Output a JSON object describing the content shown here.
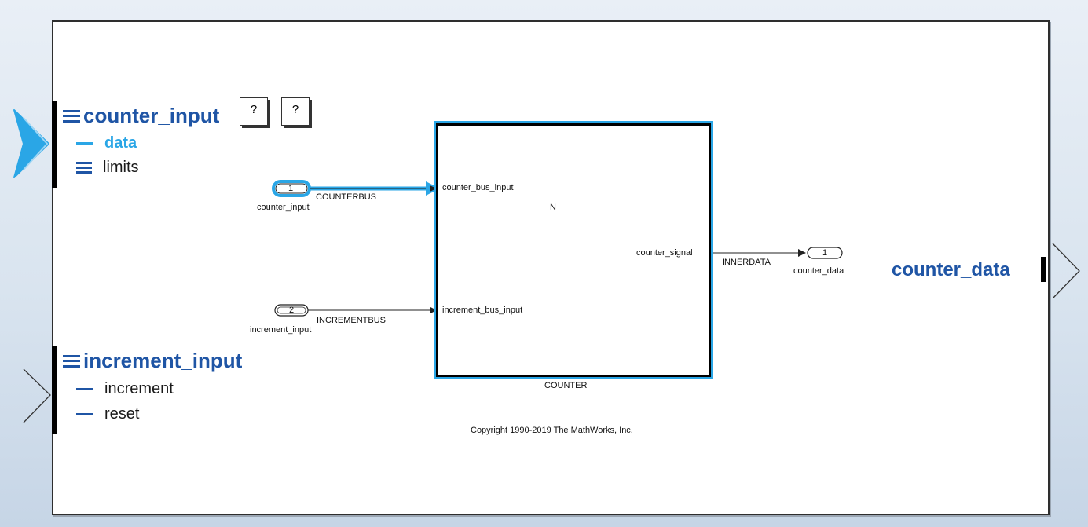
{
  "inputs": {
    "counter_input": {
      "title": "counter_input",
      "elements": [
        {
          "label": "data",
          "icon": "dash",
          "selected": true
        },
        {
          "label": "limits",
          "icon": "bus"
        }
      ],
      "help_buttons": [
        "?",
        "?"
      ]
    },
    "increment_input": {
      "title": "increment_input",
      "elements": [
        {
          "label": "increment",
          "icon": "dash"
        },
        {
          "label": "reset",
          "icon": "dash"
        }
      ]
    }
  },
  "output": {
    "title": "counter_data"
  },
  "inports": [
    {
      "number": "1",
      "name": "counter_input",
      "signal": "COUNTERBUS"
    },
    {
      "number": "2",
      "name": "increment_input",
      "signal": "INCREMENTBUS"
    }
  ],
  "outport": {
    "number": "1",
    "name": "counter_data",
    "signal": "INNERDATA"
  },
  "counter_block": {
    "name": "COUNTER",
    "port_in_1": "counter_bus_input",
    "port_in_2": "increment_bus_input",
    "port_out_1": "counter_signal",
    "variant_label": "N"
  },
  "copyright": "Copyright 1990-2019 The MathWorks, Inc.",
  "colors": {
    "accent": "#2aa6e6",
    "bus_title": "#1f55a5"
  }
}
